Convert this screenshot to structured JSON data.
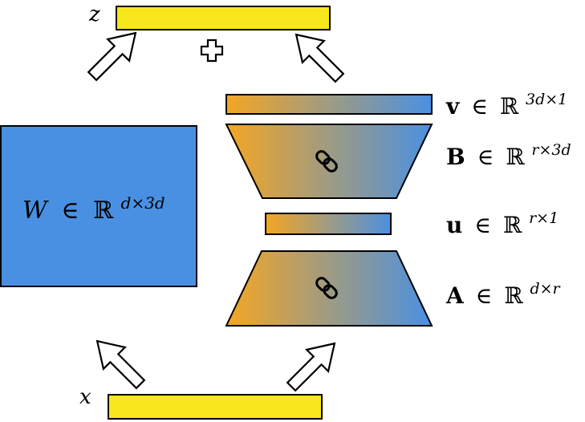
{
  "colors": {
    "yellow": "#f8e71c",
    "blue": "#4a90e2",
    "orange": "#f5a623",
    "stroke": "#000000",
    "white": "#ffffff"
  },
  "z_label": "z",
  "x_label": "x",
  "W_label": {
    "var": "W",
    "sym": "∈",
    "set": "ℝ",
    "sup": "d×3d"
  },
  "v_label": {
    "var": "v",
    "sym": "∈",
    "set": "ℝ",
    "sup": "3d×1"
  },
  "B_label": {
    "var": "B",
    "sym": "∈",
    "set": "ℝ",
    "sup": "r×3d"
  },
  "u_label": {
    "var": "u",
    "sym": "∈",
    "set": "ℝ",
    "sup": "r×1"
  },
  "A_label": {
    "var": "A",
    "sym": "∈",
    "set": "ℝ",
    "sup": "d×r"
  },
  "icons": {
    "plus": "plus-icon",
    "link": "chain-link-icon",
    "arrow": "arrow-icon"
  }
}
